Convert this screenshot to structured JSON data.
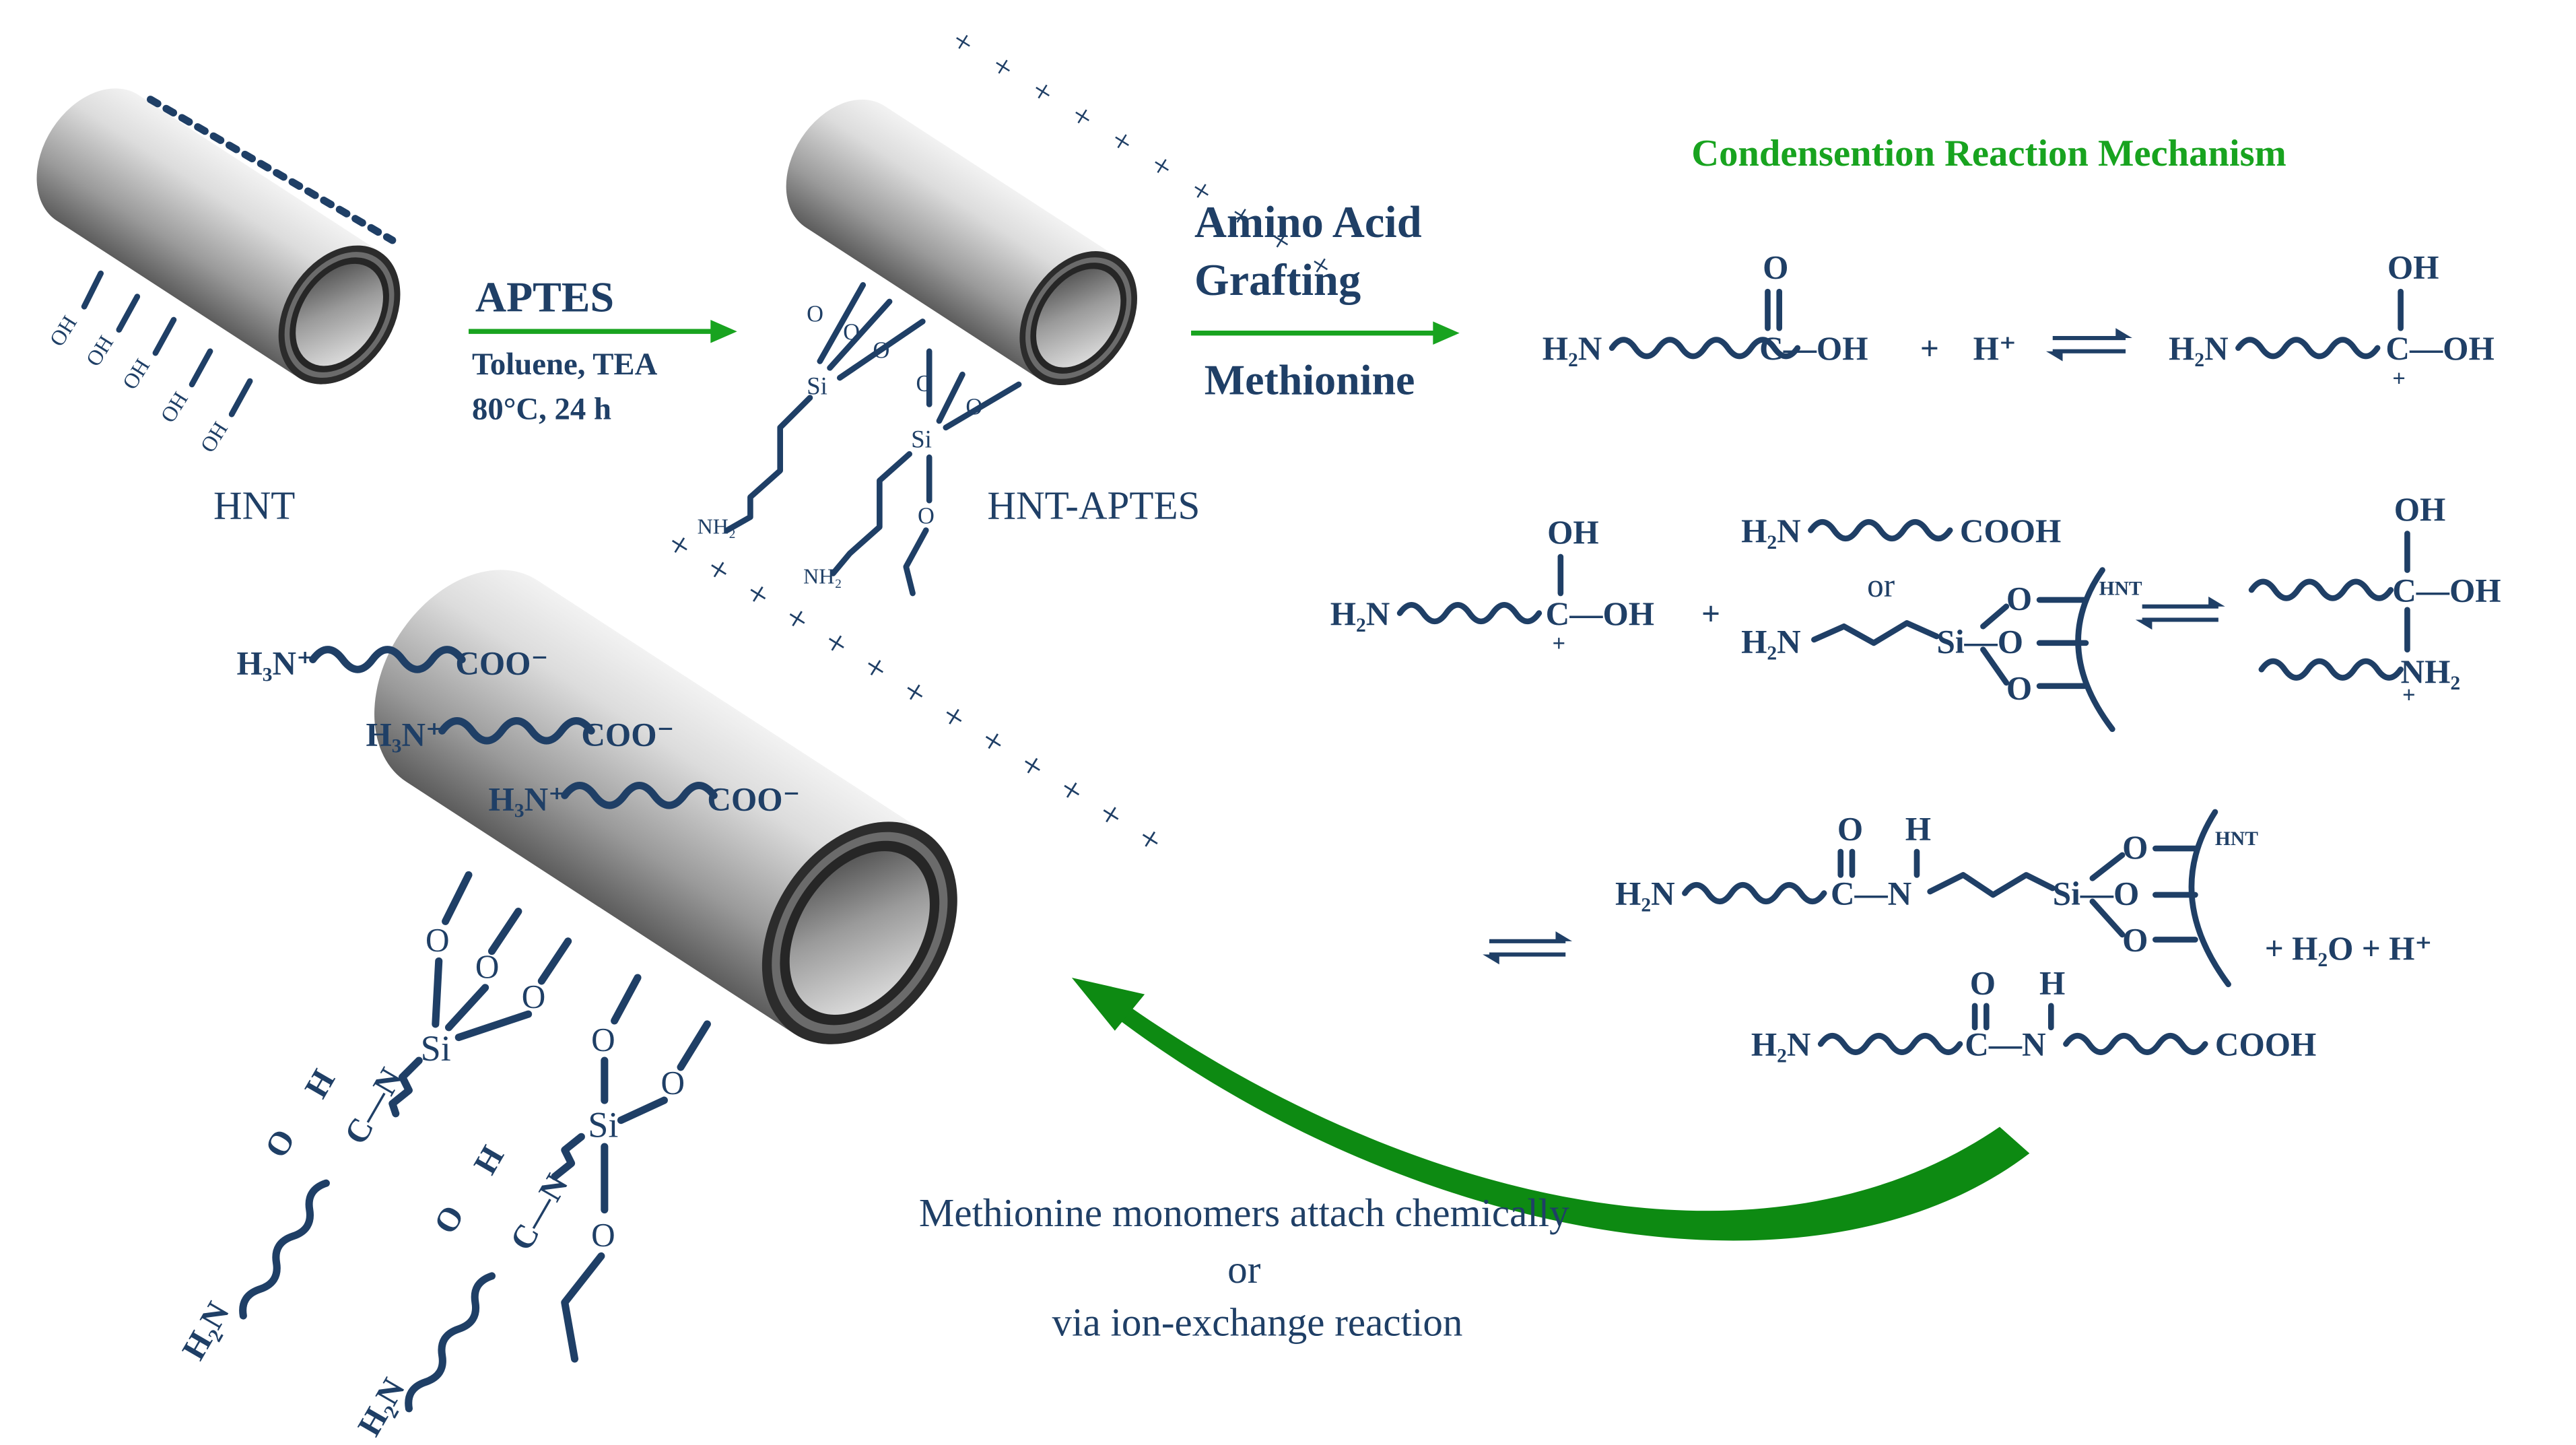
{
  "labels": {
    "title": "Condensention Reaction Mechanism",
    "hnt": "HNT",
    "hnt_aptes": "HNT-APTES",
    "caption": [
      "Methionine monomers attach chemically",
      "or",
      "via ion-exchange reaction"
    ]
  },
  "step1": {
    "reagent": "APTES",
    "conditions": [
      "Toluene, TEA",
      "80°C, 24 h"
    ]
  },
  "step2": {
    "line1": "Amino Acid",
    "line2": "Grafting",
    "reagent": "Methionine"
  },
  "chem": {
    "oh": "OH",
    "o": "O",
    "h": "H",
    "si": "Si",
    "c": "C",
    "n": "N",
    "h2n": "H₂N",
    "nh2": "NH₂",
    "h3n": "H₃N⁺",
    "coo": "COO⁻",
    "cooh": "COOH",
    "c_oh": "C—OH",
    "c_n": "C—N",
    "h_plus": "H⁺",
    "plus": "+",
    "or": "or",
    "hnt_small": "HNT",
    "si_o": "Si—O",
    "h2o_hplus": "+  H₂O  +  H⁺",
    "plus_h_plus": "+  H⁺"
  },
  "colors": {
    "ink": "#1f3f66",
    "accent": "#18a31f",
    "tube": "#b5b5b5"
  }
}
